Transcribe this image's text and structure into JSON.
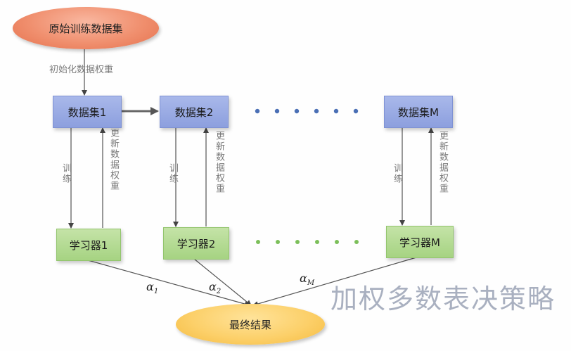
{
  "diagram": {
    "source_dataset": "原始训练数据集",
    "init_weights_label": "初始化数据权重",
    "datasets": [
      "数据集1",
      "数据集2",
      "数据集M"
    ],
    "learners": [
      "学习器1",
      "学习器2",
      "学习器M"
    ],
    "train_label": "训练",
    "update_label": "更新数据权重",
    "alphas": [
      {
        "symbol": "α",
        "subscript": "1"
      },
      {
        "symbol": "α",
        "subscript": "2"
      },
      {
        "symbol": "α",
        "subscript": "M"
      }
    ],
    "final_result": "最终结果",
    "strategy_title": "加权多数表决策略"
  },
  "colors": {
    "source_fill": "#f08f6e",
    "dataset_fill": "#8c9fde",
    "learner_fill": "#a6d382",
    "result_fill": "#fcd06a",
    "ellipsis_dataset": "#4a6fb5",
    "ellipsis_learner": "#7cbf5a",
    "strategy_text": "#a9b0c0"
  }
}
